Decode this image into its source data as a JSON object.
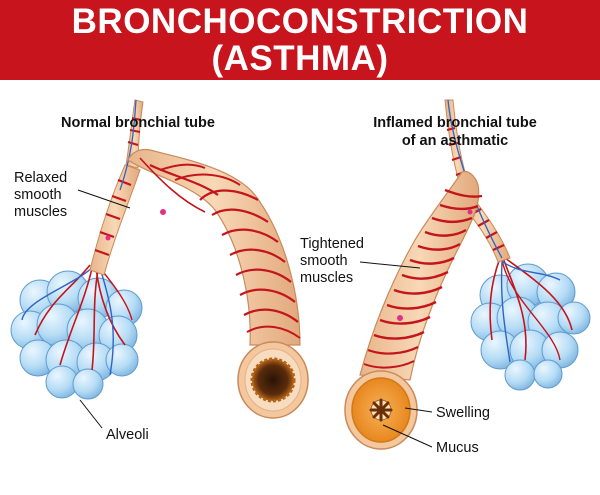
{
  "title": {
    "line1": "BRONCHOCONSTRICTION",
    "line2": "(ASTHMA)"
  },
  "left": {
    "heading": "Normal bronchial tube",
    "label_muscle_1": "Relaxed",
    "label_muscle_2": "smooth",
    "label_muscle_3": "muscles",
    "label_alveoli": "Alveoli"
  },
  "right": {
    "heading_1": "Inflamed bronchial tube",
    "heading_2": "of an asthmatic",
    "label_muscle_1": "Tightened",
    "label_muscle_2": "smooth",
    "label_muscle_3": "muscles",
    "label_swelling": "Swelling",
    "label_mucus": "Mucus"
  },
  "colors": {
    "header_bg": "#c7141d",
    "tube_fill": "#f6cfa8",
    "muscle_red": "#c4141c",
    "alveoli_blue": "#a9d4f2",
    "vein_blue": "#2f63c4",
    "mucus_orange": "#e8871e"
  }
}
